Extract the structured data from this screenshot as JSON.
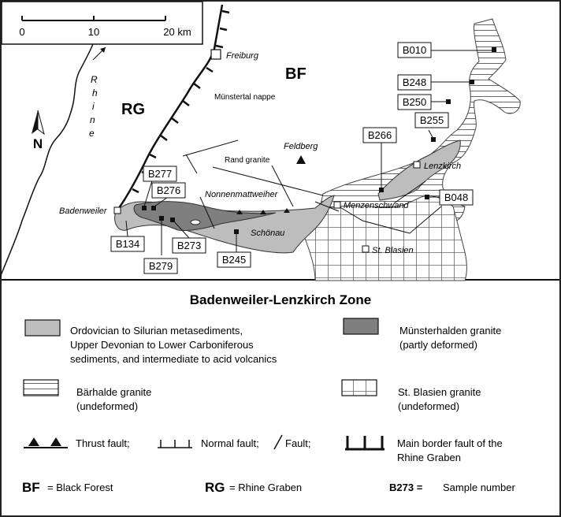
{
  "map": {
    "scale": {
      "ticks": [
        "0",
        "10",
        "20 km"
      ]
    },
    "north": "N",
    "regions": {
      "rg": "RG",
      "bf": "BF"
    },
    "river": [
      "R",
      "h",
      "i",
      "n",
      "e"
    ],
    "places": {
      "freiburg": "Freiburg",
      "badenweiler": "Badenweiler",
      "feldberg": "Feldberg",
      "lenzkirch": "Lenzkirch",
      "menzenschwand": "Menzenschwand",
      "st_blasien": "St. Blasien",
      "schoenau": "Schönau",
      "nonnenmattweiher": "Nonnenmattweiher"
    },
    "features": {
      "muenstertal_nappe": "Münstertal nappe",
      "rand_granite": "Rand granite"
    },
    "samples": {
      "b010": "B010",
      "b248": "B248",
      "b250": "B250",
      "b255": "B255",
      "b266": "B266",
      "b048": "B048",
      "b277": "B277",
      "b276": "B276",
      "b134": "B134",
      "b279": "B279",
      "b273": "B273",
      "b245": "B245"
    }
  },
  "legend": {
    "title": "Badenweiler-Lenzkirch Zone",
    "ordovician": [
      "Ordovician to Silurian metasediments,",
      "Upper Devonian to Lower Carboniferous",
      "sediments, and intermediate to acid volcanics"
    ],
    "muensterhalden": [
      "Münsterhalden granite",
      "(partly deformed)"
    ],
    "baerhalde": [
      "Bärhalde granite",
      "(undeformed)"
    ],
    "st_blasien": [
      "St. Blasien granite",
      "(undeformed)"
    ],
    "thrust": "Thrust fault;",
    "normal": "Normal fault;",
    "fault": "Fault;",
    "border": [
      "Main border fault of the",
      "Rhine Graben"
    ],
    "bf_abbr": "BF",
    "bf_text": "= Black Forest",
    "rg_abbr": "RG",
    "rg_text": "= Rhine Graben",
    "sample_abbr": "B273 =",
    "sample_text": "Sample number"
  },
  "colors": {
    "light_grey": "#bdbdbd",
    "dark_grey": "#7f7f7f",
    "line": "#111111"
  }
}
